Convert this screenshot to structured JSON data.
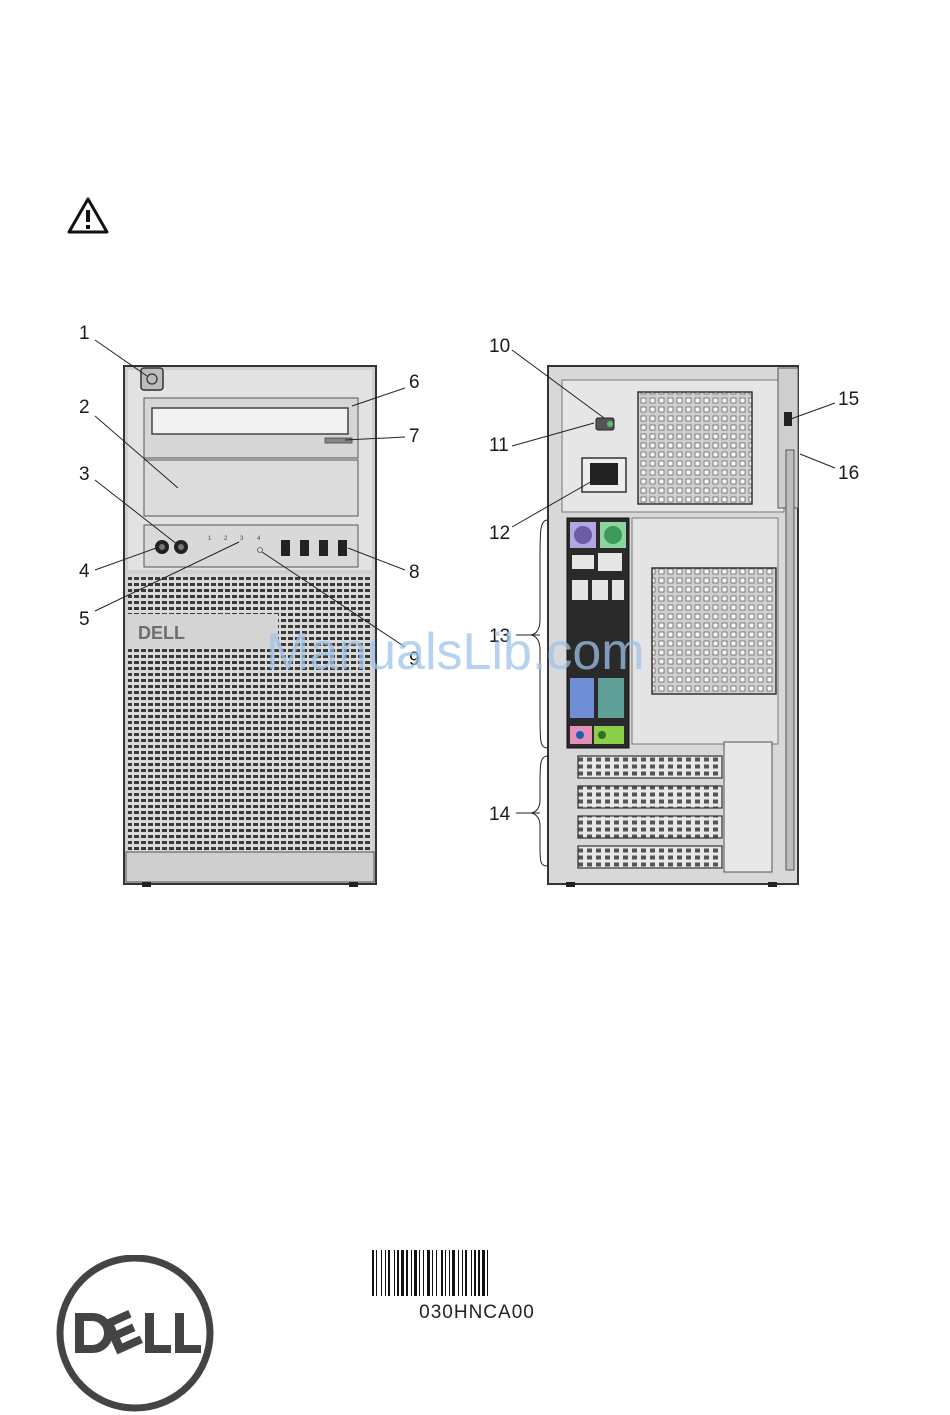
{
  "callouts": [
    {
      "id": "1",
      "label": "1"
    },
    {
      "id": "2",
      "label": "2"
    },
    {
      "id": "3",
      "label": "3"
    },
    {
      "id": "4",
      "label": "4"
    },
    {
      "id": "5",
      "label": "5"
    },
    {
      "id": "6",
      "label": "6"
    },
    {
      "id": "7",
      "label": "7"
    },
    {
      "id": "8",
      "label": "8"
    },
    {
      "id": "9",
      "label": "9"
    },
    {
      "id": "10",
      "label": "10"
    },
    {
      "id": "11",
      "label": "11"
    },
    {
      "id": "12",
      "label": "12"
    },
    {
      "id": "13",
      "label": "13"
    },
    {
      "id": "14",
      "label": "14"
    },
    {
      "id": "15",
      "label": "15"
    },
    {
      "id": "16",
      "label": "16"
    }
  ],
  "front_panel": {
    "logo_text": "DELL",
    "port_numbers": [
      "1",
      "2",
      "3",
      "4"
    ]
  },
  "watermark": "ManualsLib.com",
  "barcode": {
    "text": "030HNCA00"
  },
  "brand_logo": "DELL",
  "icons": {
    "warning": "warning-triangle-icon",
    "brand": "dell-circle-logo"
  }
}
